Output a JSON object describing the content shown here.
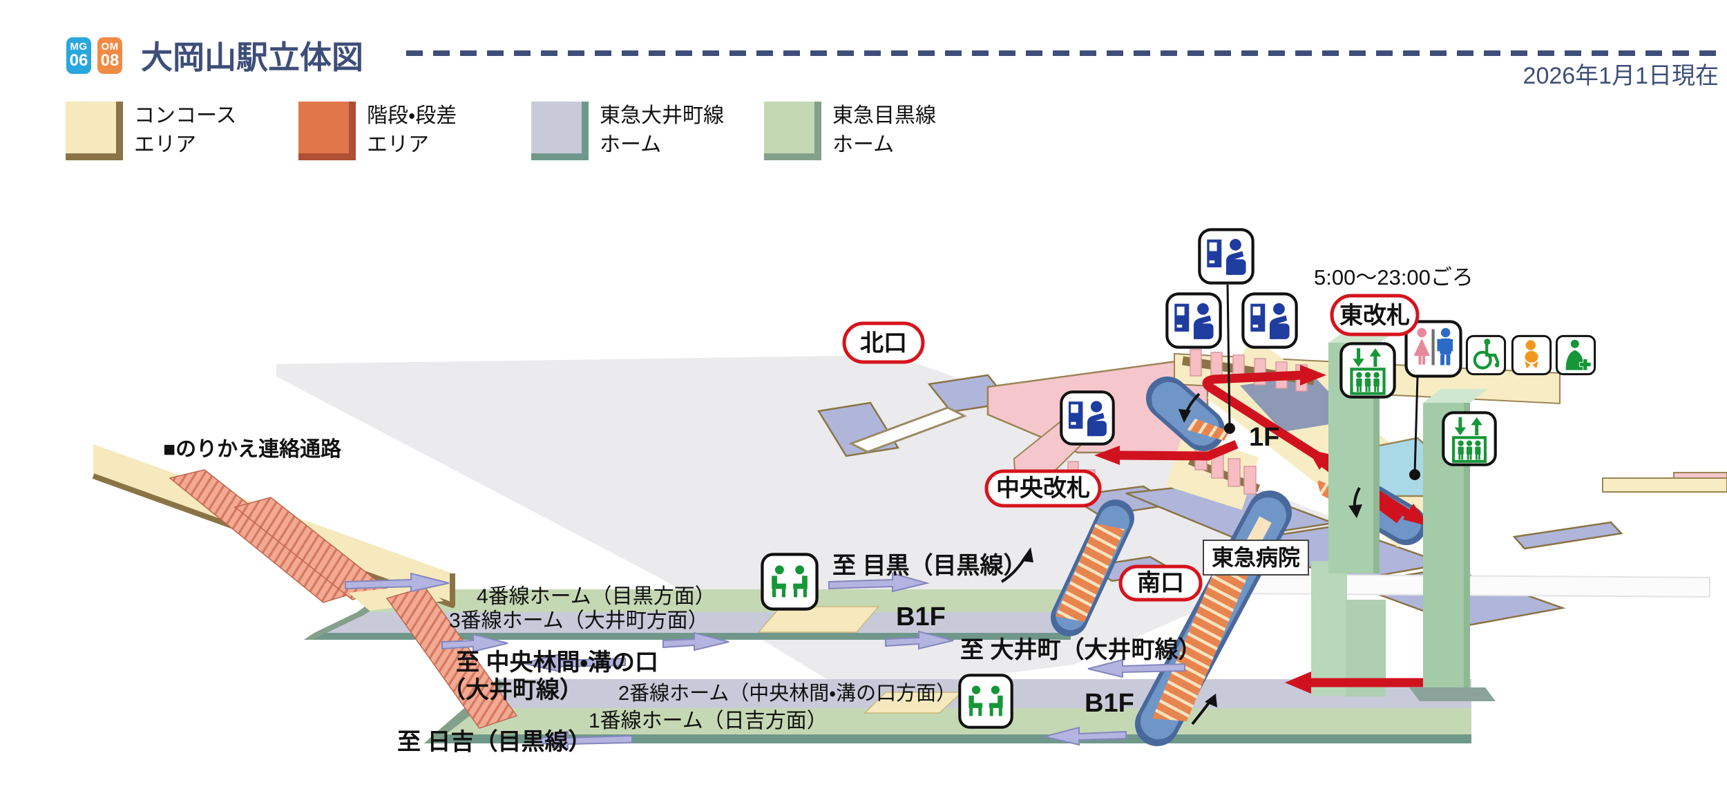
{
  "header": {
    "badges": [
      {
        "line": "MG",
        "number": "06",
        "color": "#2aa7dc"
      },
      {
        "line": "OM",
        "number": "08",
        "color": "#f08b45"
      }
    ],
    "title": "大岡山駅立体図",
    "as_of": "2026年1月1日現在",
    "accent_color": "#3e4e79"
  },
  "legend": {
    "items": [
      {
        "line1": "コンコース",
        "line2": "エリア",
        "fill": "#f5e9bd",
        "edge": "#8a7445"
      },
      {
        "line1": "階段・段差",
        "line2": "エリア",
        "fill": "#e1764a",
        "edge": "#b04f33"
      },
      {
        "line1": "東急大井町線",
        "line2": "ホーム",
        "fill": "#c9cad9",
        "edge": "#6f988b"
      },
      {
        "line1": "東急目黒線",
        "line2": "ホーム",
        "fill": "#c5d8b4",
        "edge": "#82a08b"
      }
    ]
  },
  "map": {
    "exits": {
      "north": "北口",
      "east": "東改札",
      "east_hours": "5:00～23:00ごろ",
      "central": "中央改札",
      "south": "南口"
    },
    "floors": {
      "ground": "1F",
      "b1_upper": "B1F",
      "b1_lower": "B1F"
    },
    "hospital": "東急病院",
    "transfer_corridor": "■のりかえ連絡通路",
    "platforms": {
      "p4": "4番線ホーム（目黒方面）",
      "p3": "3番線ホーム（大井町方面）",
      "p2": "2番線ホーム（中央林間・溝の口方面）",
      "p1": "1番線ホーム（日吉方面）"
    },
    "directions": {
      "meguro": "至 目黒（目黒線）",
      "oimachi": "至 大井町（大井町線）",
      "chuorinkan_line1": "至 中央林間・溝の口",
      "chuorinkan_line2": "（大井町線）",
      "hiyoshi": "至 日吉（目黒線）"
    },
    "colors": {
      "route_red": "#d0121f",
      "concourse": "#f7ecc3",
      "stairs_pink": "#f4a993",
      "oimachi_platform": "#c9cad9",
      "meguro_platform": "#c5d8b4",
      "platform_edge": "#6f988b",
      "elevator_green": "#a8cfad",
      "train_arrow": "#b3b4e0",
      "east_gate_floor": "#a9d9e7"
    }
  }
}
